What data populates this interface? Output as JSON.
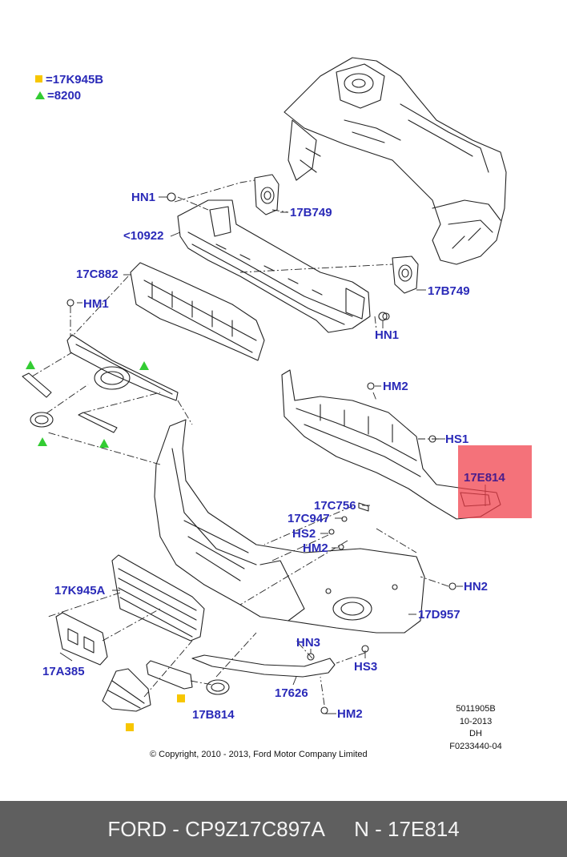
{
  "legend": [
    {
      "marker": "yellow-square",
      "text": "=17K945B"
    },
    {
      "marker": "green-triangle",
      "text": "=8200"
    }
  ],
  "callouts": {
    "hn1_top": "HN1",
    "b17b749_top": "17B749",
    "p10922": "<10922",
    "c17c882": "17C882",
    "b17b749_right": "17B749",
    "hm1": "HM1",
    "hn1_mid": "HN1",
    "hm2_top": "HM2",
    "hs1": "HS1",
    "e17e814": "17E814",
    "c17c756": "17C756",
    "c17c947": "17C947",
    "hs2": "HS2",
    "hm2_mid": "HM2",
    "hn2": "HN2",
    "k17k945a": "17K945A",
    "d17d957": "17D957",
    "hn3": "HN3",
    "hs3": "HS3",
    "a17a385": "17A385",
    "p17626": "17626",
    "b17b814": "17B814",
    "hm2_bottom": "HM2"
  },
  "meta": {
    "line1": "5011905B",
    "line2": "10-2013",
    "line3": "DH",
    "line4": "F0233440-04"
  },
  "copyright": "© Copyright, 2010 - 2013, Ford Motor Company Limited",
  "footer": {
    "part": "FORD - CP9Z17C897A",
    "ref": "N - 17E814"
  },
  "colors": {
    "label": "#2a2ab8",
    "highlight": "#f03c46",
    "footer_bg": "#5f5f5f",
    "marker_square": "#f7c600",
    "marker_triangle": "#33cc33"
  }
}
